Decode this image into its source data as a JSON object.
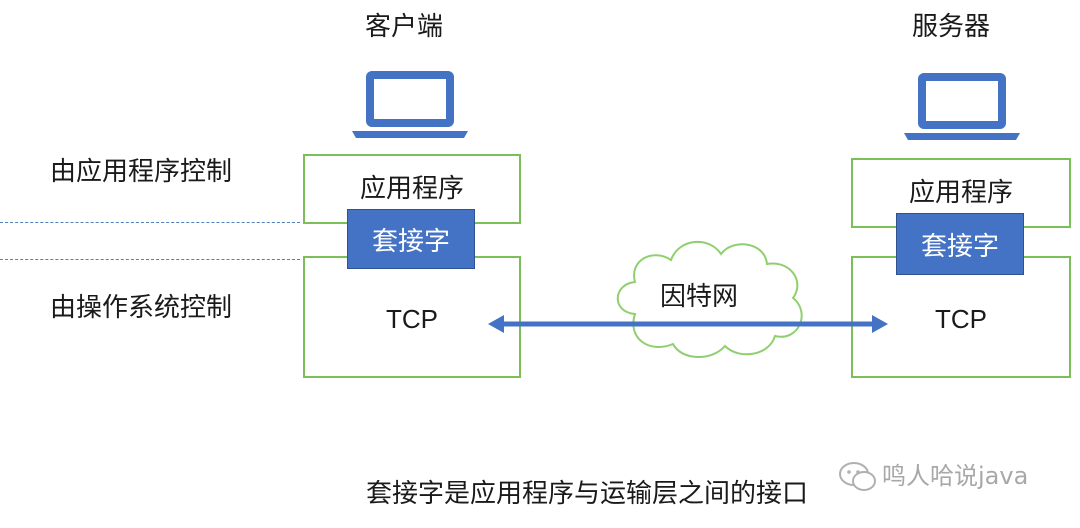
{
  "client": {
    "title": "客户端",
    "app_label": "应用程序",
    "socket_label": "套接字",
    "tcp_label": "TCP"
  },
  "server": {
    "title": "服务器",
    "app_label": "应用程序",
    "socket_label": "套接字",
    "tcp_label": "TCP"
  },
  "labels": {
    "app_controlled": "由应用程序控制",
    "os_controlled": "由操作系统控制"
  },
  "network": {
    "label": "因特网"
  },
  "caption": "套接字是应用程序与运输层之间的接口",
  "watermark": "鸣人哈说java",
  "colors": {
    "box_border": "#7cbf5a",
    "socket_fill": "#4472c4",
    "arrow": "#4472c4",
    "cloud_border": "#8fcf6e",
    "laptop": "#4472c4"
  },
  "icons": [
    "laptop-icon",
    "laptop-icon",
    "cloud-icon",
    "double-arrow-icon",
    "wechat-icon"
  ]
}
